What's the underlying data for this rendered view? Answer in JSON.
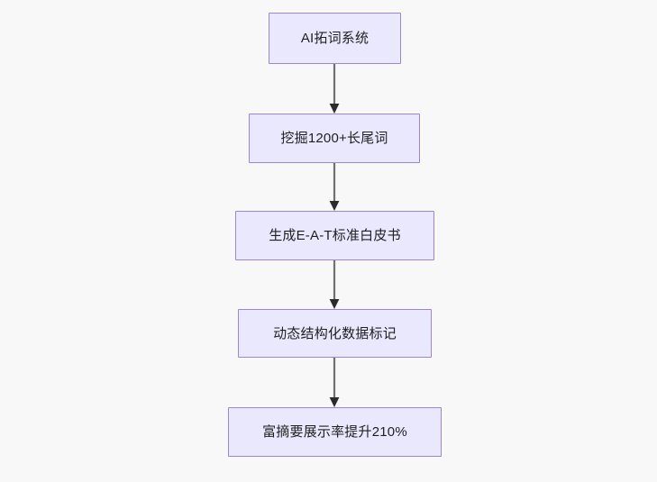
{
  "diagram": {
    "type": "flowchart",
    "orientation": "top-to-bottom",
    "background_color": "#f8f8f9",
    "node_fill_color": "#eae8fd",
    "node_border_color": "#9f84d4",
    "node_text_color": "#1f1f22",
    "connector_color": "#707070",
    "arrowhead_color": "#2b2b2b",
    "nodes": [
      {
        "id": "n1",
        "label": "AI拓词系统"
      },
      {
        "id": "n2",
        "label": "挖掘1200+长尾词"
      },
      {
        "id": "n3",
        "label": "生成E-A-T标准白皮书"
      },
      {
        "id": "n4",
        "label": "动态结构化数据标记"
      },
      {
        "id": "n5",
        "label": "富摘要展示率提升210%"
      }
    ],
    "edges": [
      {
        "from": "n1",
        "to": "n2",
        "arrow": "arrow-down-icon"
      },
      {
        "from": "n2",
        "to": "n3",
        "arrow": "arrow-down-icon"
      },
      {
        "from": "n3",
        "to": "n4",
        "arrow": "arrow-down-icon"
      },
      {
        "from": "n4",
        "to": "n5",
        "arrow": "arrow-down-icon"
      }
    ]
  }
}
